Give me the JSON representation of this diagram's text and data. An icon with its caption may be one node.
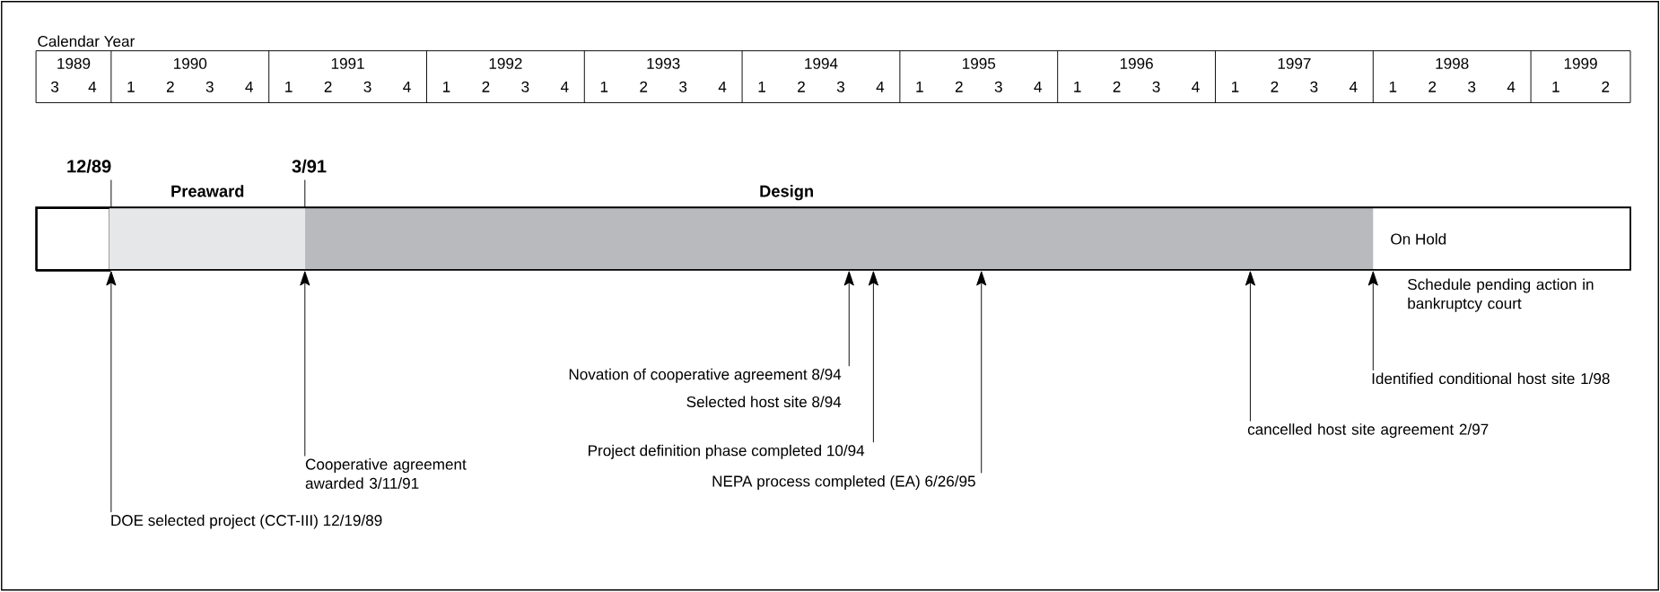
{
  "diagram": {
    "nodes": [
      {
        "text": [],
        "shape": "box"
      },
      {
        "text": [
          "Preaward"
        ]
      },
      {
        "text": [
          "Design"
        ]
      },
      {
        "text": [
          "On Hold"
        ],
        "beside": [
          "Schedule pending action in bankruptcy court"
        ]
      },
      {
        "text": [
          "DOE selected project (CCT-III)  12/19/89"
        ]
      },
      {
        "text": [
          "Cooperative agreement awarded  3/11/91"
        ]
      },
      {
        "text": [
          "Novation of cooperative agreement  8/94",
          "Selected host site  8/94"
        ]
      },
      {
        "text": [
          "Project definition phase completed  10/94"
        ]
      },
      {
        "text": [
          "NEPA process completed (EA)  6/26/95"
        ]
      },
      {
        "text": [
          "cancelled host site agreement  2/97"
        ]
      },
      {
        "text": [
          "Identified conditional host site  1/98"
        ]
      }
    ],
    "edges": [
      {
        "from": 4,
        "to": 1,
        "arrow": "to"
      },
      {
        "from": 5,
        "to": 2,
        "arrow": "to"
      },
      {
        "from": 6,
        "to": 2,
        "arrow": "to"
      },
      {
        "from": 7,
        "to": 2,
        "arrow": "to"
      },
      {
        "from": 8,
        "to": 2,
        "arrow": "to"
      },
      {
        "from": 9,
        "to": 2,
        "arrow": "to"
      },
      {
        "from": 10,
        "to": 3,
        "arrow": "to"
      }
    ],
    "labels": [
      "Calendar Year",
      "1989",
      "1990",
      "1991",
      "1992",
      "1993",
      "1994",
      "1995",
      "1996",
      "1997",
      "1998",
      "1999",
      "3",
      "4",
      "1",
      "2",
      "3",
      "4",
      "1",
      "2",
      "3",
      "4",
      "1",
      "2",
      "3",
      "4",
      "1",
      "2",
      "3",
      "4",
      "1",
      "2",
      "3",
      "4",
      "1",
      "2",
      "3",
      "4",
      "1",
      "2",
      "3",
      "4",
      "1",
      "2",
      "3",
      "4",
      "1",
      "2",
      "3",
      "4",
      "1",
      "2",
      "12/89",
      "3/91"
    ]
  }
}
